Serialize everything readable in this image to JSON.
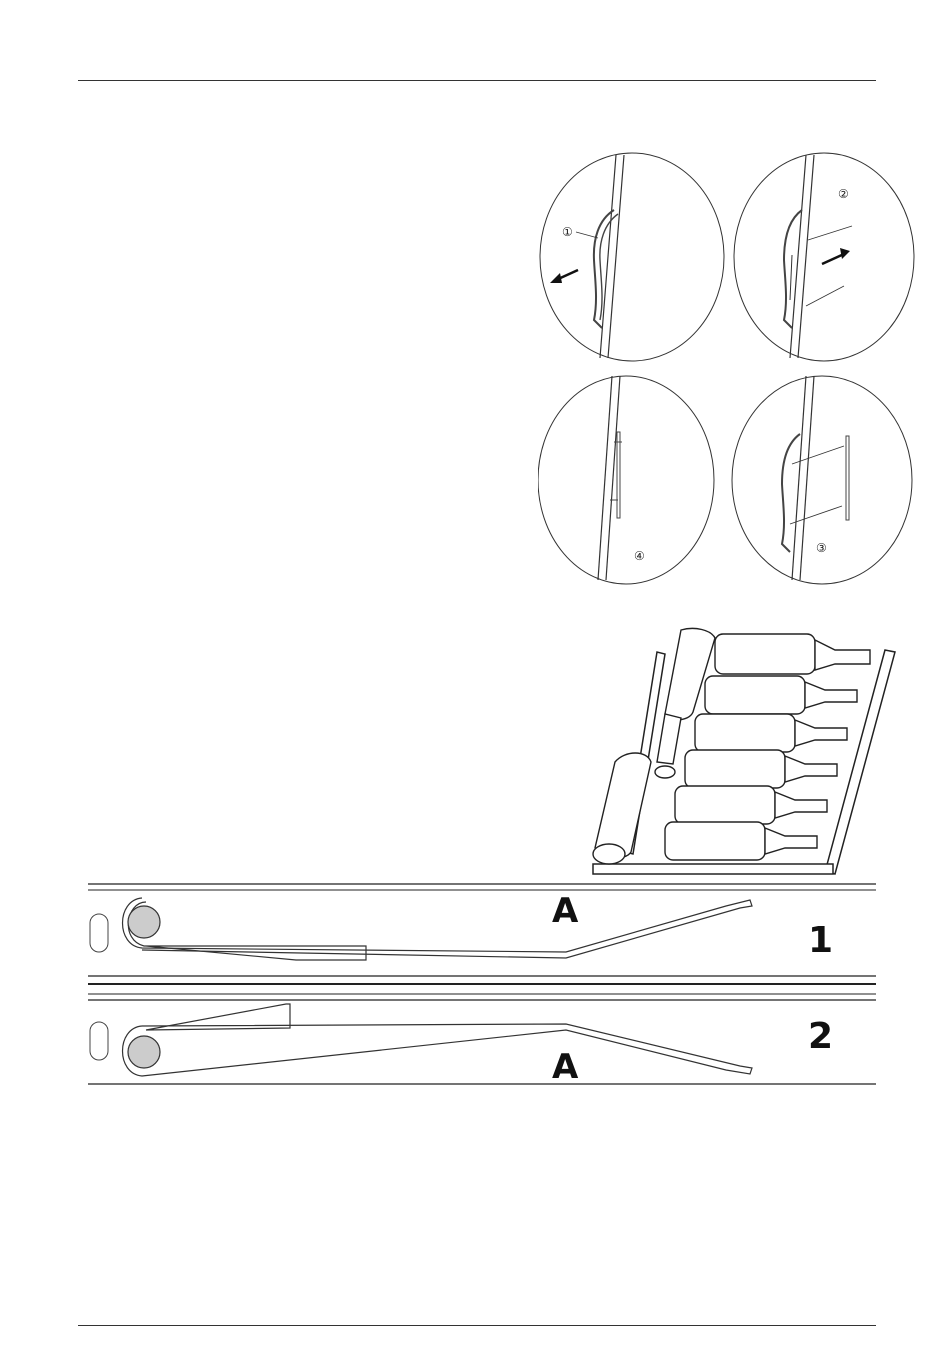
{
  "door_steps": {
    "step1": "①",
    "step2": "②",
    "step3": "③",
    "step4": "④"
  },
  "shelf_diagram": {
    "top": {
      "label": "A",
      "position": "1"
    },
    "bottom": {
      "label": "A",
      "position": "2"
    }
  }
}
